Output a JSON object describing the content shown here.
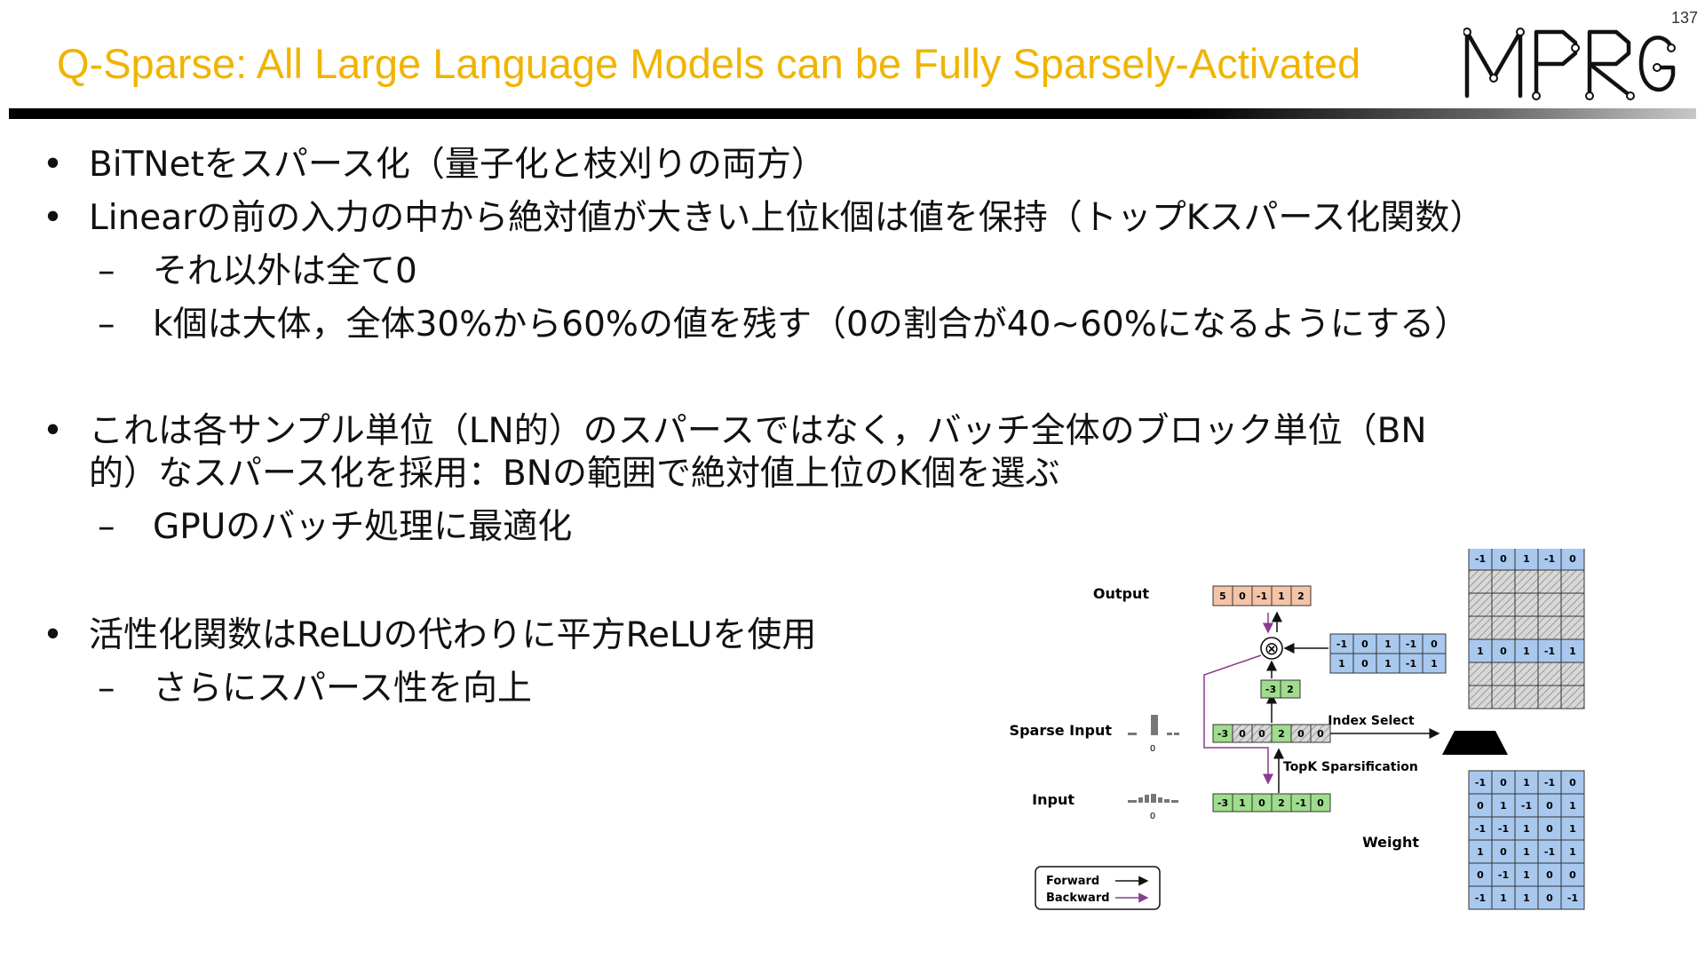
{
  "slide": {
    "number": "137",
    "title": "Q-Sparse: All Large Language Models can be Fully Sparsely-Activated",
    "logo_text": "MPRG"
  },
  "bullets": [
    {
      "level": 1,
      "marker": "•",
      "text": "BiTNetをスパース化（量子化と枝刈りの両方）"
    },
    {
      "level": 1,
      "marker": "•",
      "text": "Linearの前の入力の中から絶対値が大きい上位k個は値を保持（トップKスパース化関数）"
    },
    {
      "level": 2,
      "marker": "–",
      "text": "それ以外は全て0"
    },
    {
      "level": 2,
      "marker": "–",
      "text": "k個は大体，全体30%から60%の値を残す（0の割合が40~60%になるようにする）"
    },
    {
      "level": 1,
      "marker": "•",
      "text": "これは各サンプル単位（LN的）のスパースではなく，バッチ全体のブロック単位（BN"
    },
    {
      "level": 1,
      "marker": "",
      "text": "的）なスパース化を採用：BNの範囲で絶対値上位のK個を選ぶ"
    },
    {
      "level": 2,
      "marker": "–",
      "text": "GPUのバッチ処理に最適化"
    },
    {
      "level": 1,
      "marker": "•",
      "text": "活性化関数はReLUの代わりに平方ReLUを使用"
    },
    {
      "level": 2,
      "marker": "–",
      "text": "さらにスパース性を向上"
    }
  ],
  "diagram": {
    "labels": {
      "output": "Output",
      "sparse_input": "Sparse Input",
      "input": "Input",
      "weight": "Weight",
      "index_select": "Index Select",
      "topk": "TopK Sparsification",
      "hist_zero": "0",
      "multiply": "⊗"
    },
    "legend": {
      "forward": "Forward",
      "backward": "Backward"
    },
    "output_vector": [
      "5",
      "0",
      "-1",
      "1",
      "2"
    ],
    "selected_pair": [
      "-3",
      "2"
    ],
    "sparse_vector": [
      "-3",
      "0",
      "0",
      "2",
      "0",
      "0"
    ],
    "input_vector": [
      "-3",
      "1",
      "0",
      "2",
      "-1",
      "0"
    ],
    "selected_weight_rows": [
      [
        "-1",
        "0",
        "1",
        "-1",
        "0"
      ],
      [
        "1",
        "0",
        "1",
        "-1",
        "1"
      ]
    ],
    "masked_weight": [
      [
        "-1",
        "0",
        "1",
        "-1",
        "0"
      ],
      null,
      null,
      null,
      [
        "1",
        "0",
        "1",
        "-1",
        "1"
      ],
      null,
      null
    ],
    "weight_matrix": [
      [
        "-1",
        "0",
        "1",
        "-1",
        "0"
      ],
      [
        "0",
        "1",
        "-1",
        "0",
        "1"
      ],
      [
        "-1",
        "-1",
        "1",
        "0",
        "1"
      ],
      [
        "1",
        "0",
        "1",
        "-1",
        "1"
      ],
      [
        "0",
        "-1",
        "1",
        "0",
        "0"
      ],
      [
        "-1",
        "1",
        "1",
        "0",
        "-1"
      ]
    ],
    "colors": {
      "output_fill": "#f4c4a8",
      "green_fill": "#9fdc8e",
      "blue_fill": "#a9c8ee",
      "backward_arrow": "#8a3a8f",
      "title": "#f0b400"
    }
  }
}
